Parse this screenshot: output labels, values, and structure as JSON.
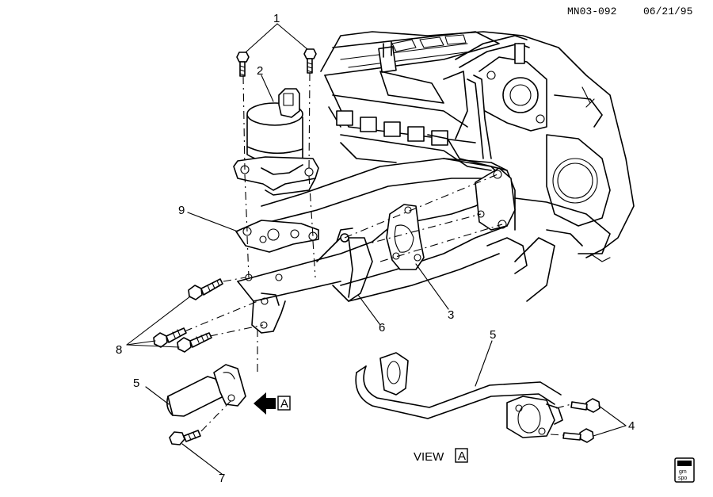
{
  "header": {
    "code": "MN03-092",
    "date": "06/21/95"
  },
  "callouts": [
    "1",
    "2",
    "3",
    "4",
    "5",
    "5",
    "6",
    "7",
    "8",
    "9"
  ],
  "view_label": {
    "text": "VIEW",
    "ref": "A"
  },
  "arrow_ref": "A",
  "logo": {
    "line1": "gm",
    "line2": "spo"
  }
}
